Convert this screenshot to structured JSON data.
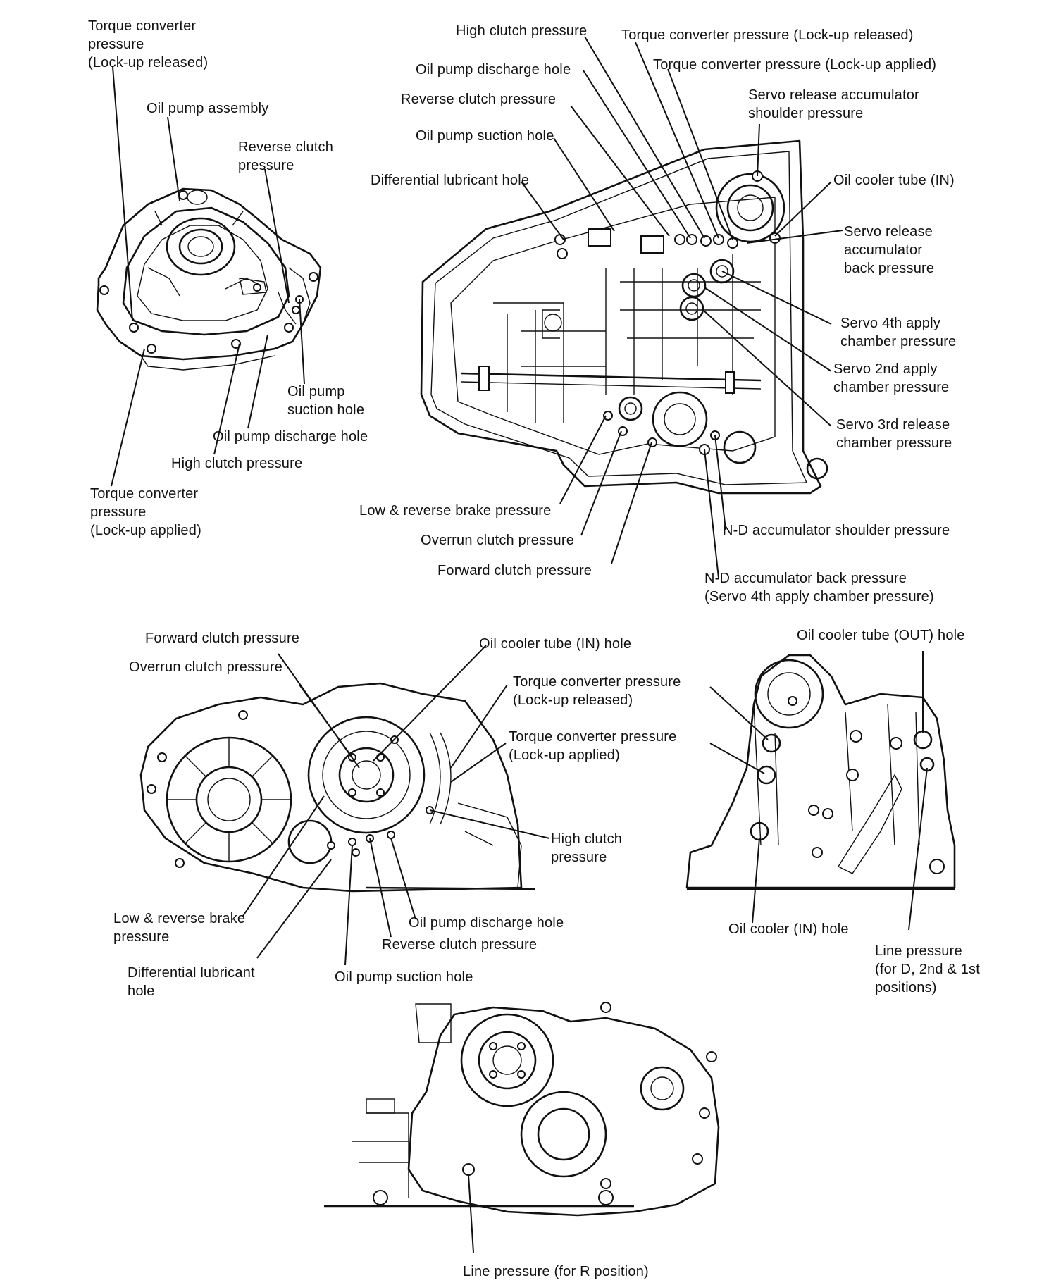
{
  "colors": {
    "ink": "#111111",
    "background": "#ffffff"
  },
  "views": {
    "oil_pump": {
      "labels": {
        "tc_released": "Torque converter\npressure\n(Lock-up released)",
        "oil_pump_assembly": "Oil pump assembly",
        "reverse_clutch": "Reverse clutch\npressure",
        "suction_hole": "Oil pump\nsuction hole",
        "discharge_hole": "Oil pump discharge hole",
        "high_clutch": "High clutch pressure",
        "tc_applied": "Torque converter\npressure\n(Lock-up applied)"
      }
    },
    "case_inner": {
      "labels": {
        "high_clutch": "High clutch pressure",
        "tc_released": "Torque converter pressure (Lock-up released)",
        "discharge_hole": "Oil pump discharge hole",
        "tc_applied": "Torque converter pressure (Lock-up applied)",
        "reverse_clutch": "Reverse clutch pressure",
        "servo_release_shoulder": "Servo release accumulator\nshoulder pressure",
        "suction_hole": "Oil pump suction hole",
        "diff_lube": "Differential lubricant hole",
        "oil_cooler_in": "Oil cooler tube (IN)",
        "servo_release_back": "Servo release\naccumulator\nback pressure",
        "servo_4th": "Servo 4th apply\nchamber pressure",
        "servo_2nd": "Servo 2nd apply\nchamber pressure",
        "servo_3rd": "Servo 3rd release\nchamber pressure",
        "low_reverse": "Low & reverse brake pressure",
        "overrun": "Overrun clutch pressure",
        "forward": "Forward clutch pressure",
        "nd_shoulder": "N-D accumulator shoulder pressure",
        "nd_back": "N-D accumulator back pressure\n(Servo 4th apply chamber pressure)"
      }
    },
    "case_front": {
      "labels": {
        "forward": "Forward clutch pressure",
        "overrun": "Overrun clutch pressure",
        "oil_cooler_in_hole": "Oil cooler tube (IN) hole",
        "tc_released": "Torque converter pressure\n(Lock-up released)",
        "tc_applied": "Torque converter pressure\n(Lock-up applied)",
        "high_clutch": "High clutch\npressure",
        "low_reverse": "Low & reverse brake\npressure",
        "discharge_hole": "Oil pump discharge hole",
        "reverse_clutch": "Reverse clutch pressure",
        "diff_lube": "Differential lubricant\nhole",
        "suction_hole": "Oil pump suction hole"
      }
    },
    "case_side": {
      "labels": {
        "oil_cooler_out_hole": "Oil cooler tube (OUT) hole",
        "oil_cooler_in_hole": "Oil cooler (IN) hole",
        "line_pressure_d": "Line pressure\n(for D, 2nd & 1st\npositions)"
      }
    },
    "case_rear": {
      "labels": {
        "line_pressure_r": "Line pressure (for R position)"
      }
    }
  }
}
